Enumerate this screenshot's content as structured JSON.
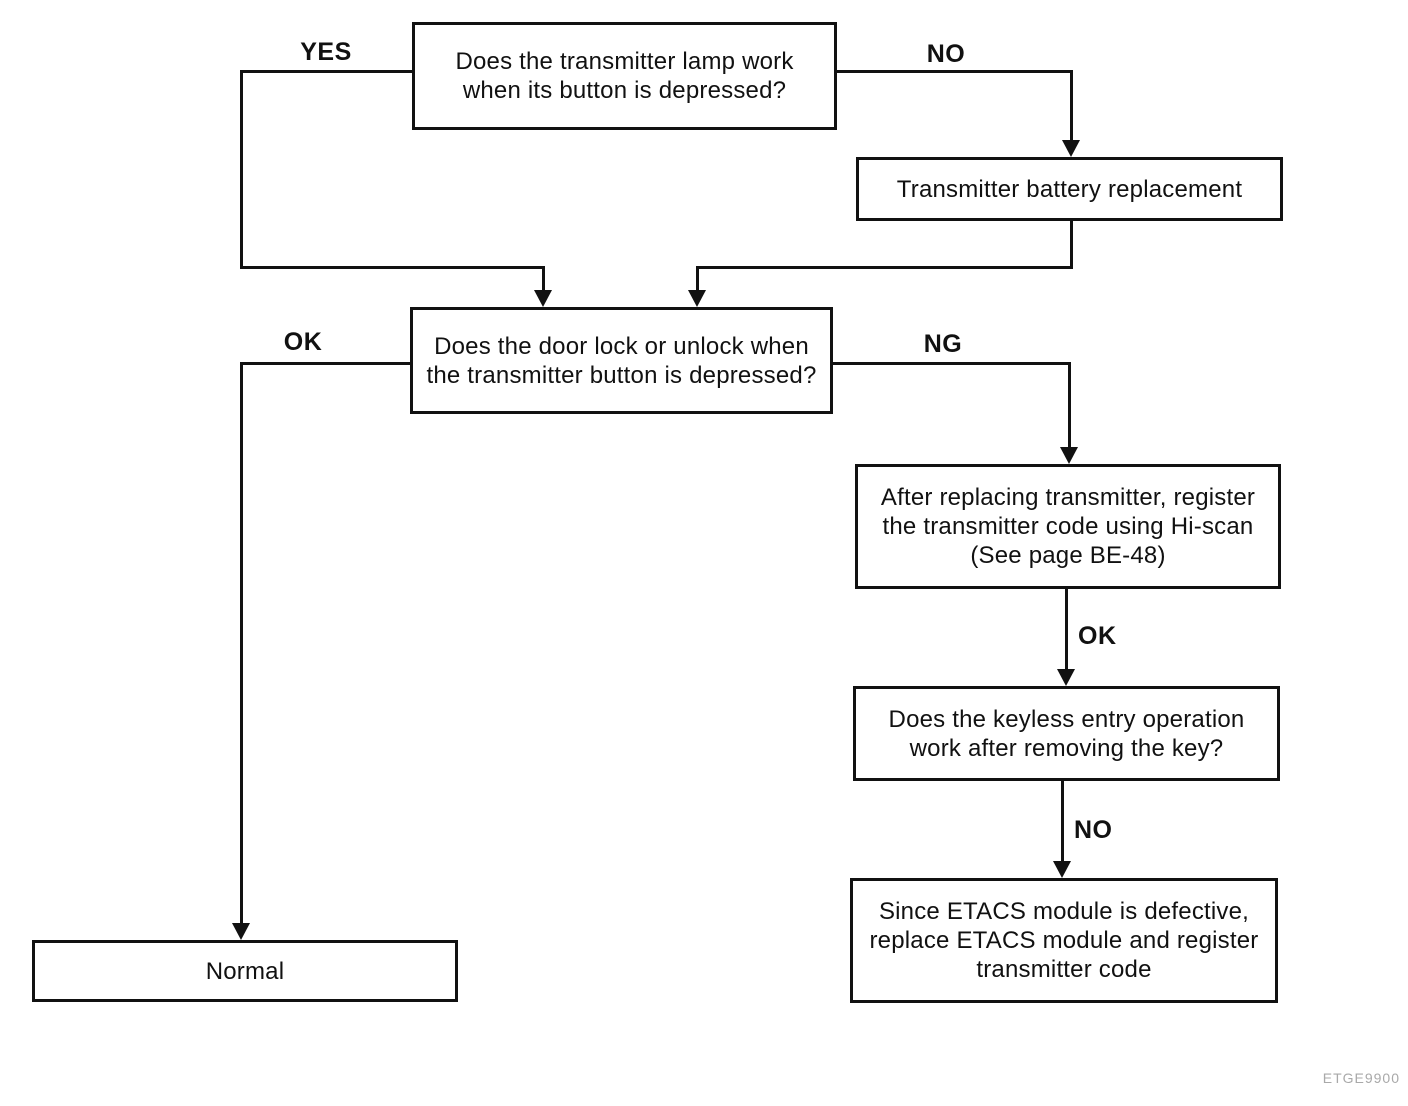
{
  "flowchart": {
    "nodes": {
      "transmitter_lamp_question": {
        "lines": [
          "Does the transmitter lamp work",
          "when its button is depressed?"
        ]
      },
      "battery_replacement": {
        "lines": [
          "Transmitter battery replacement"
        ]
      },
      "door_lock_question": {
        "lines": [
          "Does the door lock or unlock when",
          "the transmitter button is depressed?"
        ]
      },
      "register_code": {
        "lines": [
          "After replacing transmitter, register",
          "the transmitter code using Hi-scan",
          "(See page BE-48)"
        ]
      },
      "keyless_entry_question": {
        "lines": [
          "Does the keyless entry operation",
          "work after removing the key?"
        ]
      },
      "etacs_defective": {
        "lines": [
          "Since ETACS module is defective,",
          "replace ETACS module and register",
          "transmitter code"
        ]
      },
      "normal": {
        "lines": [
          "Normal"
        ]
      }
    },
    "branch_labels": {
      "yes_top": "YES",
      "no_top": "NO",
      "ok_left": "OK",
      "ng_right": "NG",
      "ok_middle": "OK",
      "no_bottom": "NO"
    },
    "figure_code": "ETGE9900",
    "colors": {
      "line": "#111111",
      "background": "#ffffff",
      "figure_code_text": "#a9a9a9"
    }
  }
}
